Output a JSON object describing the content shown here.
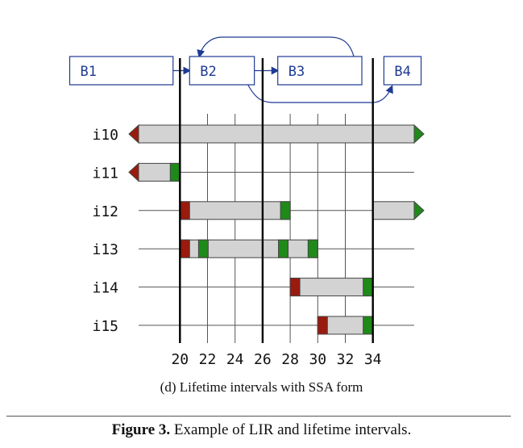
{
  "blocks": [
    {
      "name": "B1",
      "start": 12,
      "end": 19.5
    },
    {
      "name": "B2",
      "start": 20.7,
      "end": 25.4
    },
    {
      "name": "B3",
      "start": 27.1,
      "end": 33.2
    },
    {
      "name": "B4",
      "start": 34.8,
      "end": 37.5
    }
  ],
  "block_boundaries": [
    20,
    26,
    34
  ],
  "x_ticks": [
    20,
    22,
    24,
    26,
    28,
    30,
    32,
    34
  ],
  "x_range": [
    17,
    37
  ],
  "rows": [
    {
      "label": "i10",
      "bars": [
        {
          "start": 17,
          "end": 37,
          "def": 17,
          "uses": [
            37
          ],
          "start_arrow": true,
          "end_arrow": true
        }
      ]
    },
    {
      "label": "i11",
      "bars": [
        {
          "start": 17,
          "end": 20,
          "def": 17,
          "uses": [
            19.5
          ],
          "start_arrow": true,
          "end_arrow": false
        }
      ]
    },
    {
      "label": "i12",
      "bars": [
        {
          "start": 20,
          "end": 28,
          "def": 20,
          "uses": [
            27.5
          ],
          "start_arrow": false,
          "end_arrow": false
        },
        {
          "start": 34,
          "end": 37,
          "def": null,
          "uses": [
            37
          ],
          "start_arrow": false,
          "end_arrow": true
        }
      ]
    },
    {
      "label": "i13",
      "bars": [
        {
          "start": 20,
          "end": 30,
          "def": 20,
          "uses": [
            21.7,
            27.5,
            29.7
          ],
          "start_arrow": false,
          "end_arrow": false
        }
      ]
    },
    {
      "label": "i14",
      "bars": [
        {
          "start": 28,
          "end": 34,
          "def": 28,
          "uses": [
            33.6
          ],
          "start_arrow": false,
          "end_arrow": false
        }
      ]
    },
    {
      "label": "i15",
      "bars": [
        {
          "start": 30,
          "end": 34,
          "def": 30,
          "uses": [
            33.6
          ],
          "start_arrow": false,
          "end_arrow": false
        }
      ]
    }
  ],
  "colors": {
    "def": "#9a1a0e",
    "use": "#1f8a1a",
    "bar": "#d3d3d3",
    "block": "#1f3a93"
  },
  "subcaption": "(d) Lifetime intervals with SSA form",
  "caption": {
    "label": "Figure 3.",
    "text": " Example of LIR and lifetime intervals."
  }
}
